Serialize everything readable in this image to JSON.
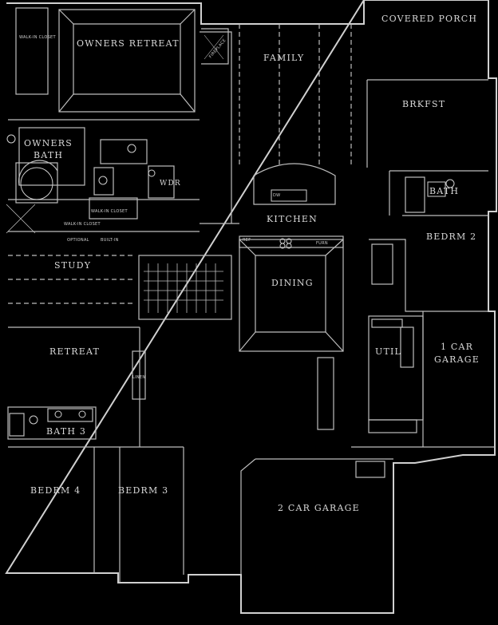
{
  "rooms": {
    "covered_porch": "COVERED PORCH",
    "owners_retreat": "OWNERS RETREAT",
    "family": "FAMILY",
    "brkfst": "BRKFST",
    "owners_bath_1": "OWNERS",
    "owners_bath_2": "BATH",
    "wdr": "WDR",
    "kitchen": "KITCHEN",
    "bath2": "BATH",
    "bedrm2": "BEDRM 2",
    "study": "STUDY",
    "dining": "DINING",
    "retreat": "RETREAT",
    "util": "UTIL",
    "one_car_1": "1 CAR",
    "one_car_2": "GARAGE",
    "bath3": "BATH 3",
    "bedrm4": "BEDRM 4",
    "bedrm3": "BEDRM 3",
    "two_car": "2 CAR GARAGE"
  },
  "small_labels": {
    "walkin_closet": "WALK-IN CLOSET",
    "walkin_closet2": "WALK-IN CLOSET",
    "walkin_closet3": "WALK-IN CLOSET",
    "fireplace": "FIREPLACE",
    "ref": "REF",
    "dw": "DW",
    "linen": "LINEN",
    "optional": "OPTIONAL",
    "built_in": "BUILT-IN",
    "furn": "FURN"
  }
}
